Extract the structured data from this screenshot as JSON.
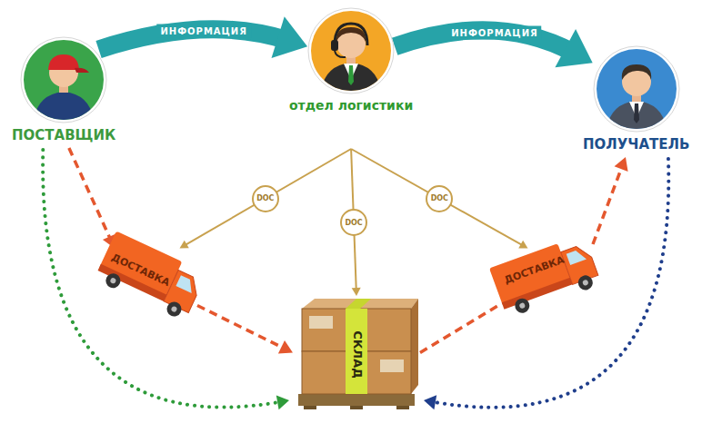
{
  "diagram": {
    "nodes": [
      {
        "text": [
          "ПОСТАВЩИК"
        ]
      },
      {
        "text": [
          "отдел логистики"
        ]
      },
      {
        "text": [
          "ПОЛУЧАТЕЛЬ"
        ]
      },
      {
        "text": [
          "ДОСТАВКА"
        ]
      },
      {
        "text": [
          "СКЛАД"
        ]
      },
      {
        "text": [
          "ДОСТАВКА"
        ]
      }
    ],
    "edges": [
      {
        "from": 0,
        "to": 1,
        "label": "ИНФОРМАЦИЯ",
        "arrow": "to"
      },
      {
        "from": 1,
        "to": 2,
        "label": "ИНФОРМАЦИЯ",
        "arrow": "to"
      },
      {
        "from": 1,
        "to": 3,
        "label": "DOC",
        "arrow": "to"
      },
      {
        "from": 1,
        "to": 4,
        "label": "DOC",
        "arrow": "to"
      },
      {
        "from": 1,
        "to": 5,
        "label": "DOC",
        "arrow": "to"
      },
      {
        "from": 0,
        "to": 3,
        "arrow": "to"
      },
      {
        "from": 3,
        "to": 4,
        "arrow": "to"
      },
      {
        "from": 4,
        "to": 5,
        "arrow": "none"
      },
      {
        "from": 5,
        "to": 2,
        "arrow": "to"
      },
      {
        "from": 0,
        "to": 4,
        "arrow": "to"
      },
      {
        "from": 2,
        "to": 4,
        "arrow": "to"
      }
    ]
  }
}
